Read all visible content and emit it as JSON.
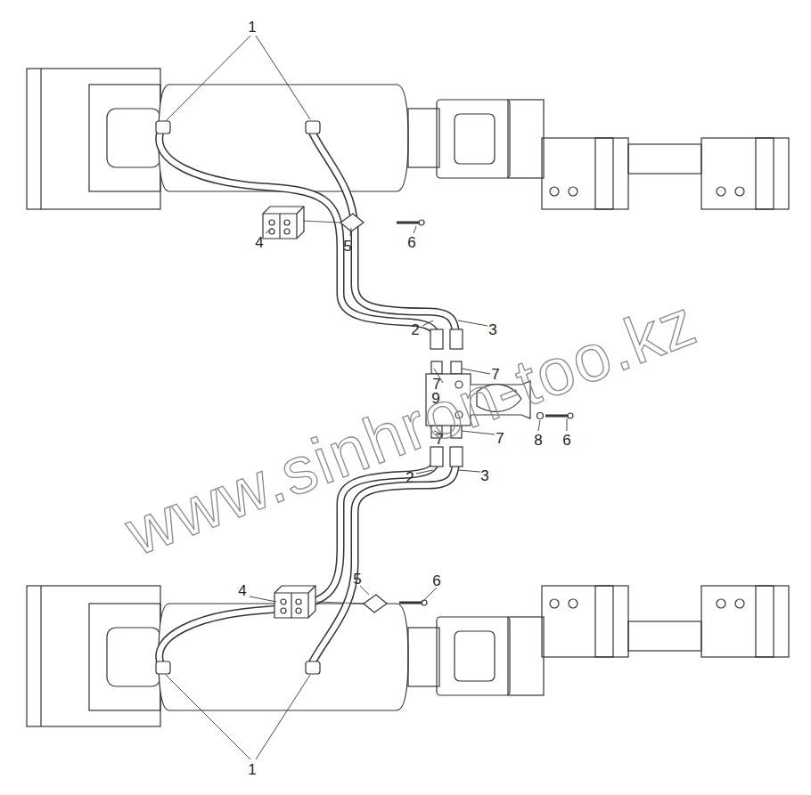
{
  "diagram": {
    "labels": [
      "1",
      "4",
      "5",
      "6",
      "2",
      "3",
      "7",
      "7",
      "9",
      "7",
      "7",
      "8",
      "6",
      "2",
      "3",
      "4",
      "5",
      "6",
      "1",
      "www.sinhron-too.kz"
    ]
  }
}
